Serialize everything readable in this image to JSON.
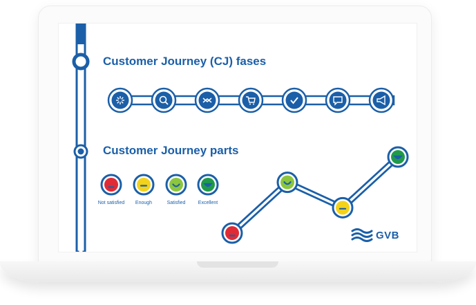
{
  "slide": {
    "heading_phases": "Customer Journey (CJ) fases",
    "heading_parts": "Customer Journey parts",
    "phase_icons": [
      "sparkle-icon",
      "search-icon",
      "arrows-icon",
      "cart-icon",
      "check-icon",
      "chat-icon",
      "megaphone-icon"
    ],
    "legend": [
      {
        "label": "Not satisfied",
        "color": "#e02b35",
        "icon": "sad-face-icon"
      },
      {
        "label": "Enough",
        "color": "#f3d21a",
        "icon": "neutral-face-icon"
      },
      {
        "label": "Satisfied",
        "color": "#8cc63f",
        "icon": "smile-face-icon"
      },
      {
        "label": "Excellent",
        "color": "#1f9a4a",
        "icon": "happy-face-icon"
      }
    ],
    "logo": "GVB",
    "colors": {
      "brand": "#1b5fa8"
    }
  },
  "chart_data": {
    "type": "line",
    "x": [
      1,
      2,
      3,
      4
    ],
    "series": [
      {
        "values": [
          1,
          3,
          2,
          4
        ]
      }
    ],
    "point_ratings": [
      "Not satisfied",
      "Satisfied",
      "Enough",
      "Excellent"
    ]
  }
}
